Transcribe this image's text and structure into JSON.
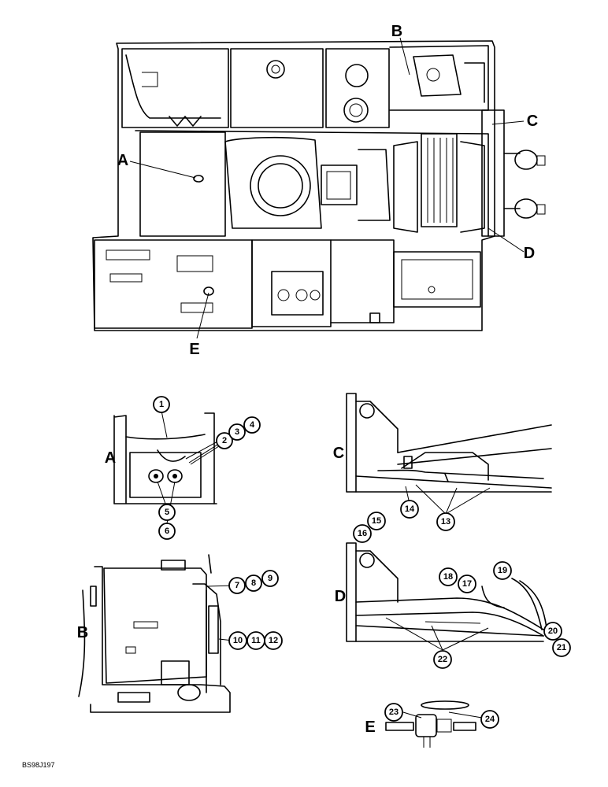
{
  "view_labels": {
    "main_A": "A",
    "main_B": "B",
    "main_C": "C",
    "main_D": "D",
    "main_E": "E",
    "detail_A": "A",
    "detail_B": "B",
    "detail_C": "C",
    "detail_D": "D",
    "detail_E": "E"
  },
  "callouts": {
    "c1": "1",
    "c2": "2",
    "c3": "3",
    "c4": "4",
    "c5": "5",
    "c6": "6",
    "c7": "7",
    "c8": "8",
    "c9": "9",
    "c10": "10",
    "c11": "11",
    "c12": "12",
    "c13": "13",
    "c14": "14",
    "c15": "15",
    "c16": "16",
    "c17": "17",
    "c18": "18",
    "c19": "19",
    "c20": "20",
    "c21": "21",
    "c22": "22",
    "c23": "23",
    "c24": "24"
  },
  "reference_code": "BS98J197"
}
